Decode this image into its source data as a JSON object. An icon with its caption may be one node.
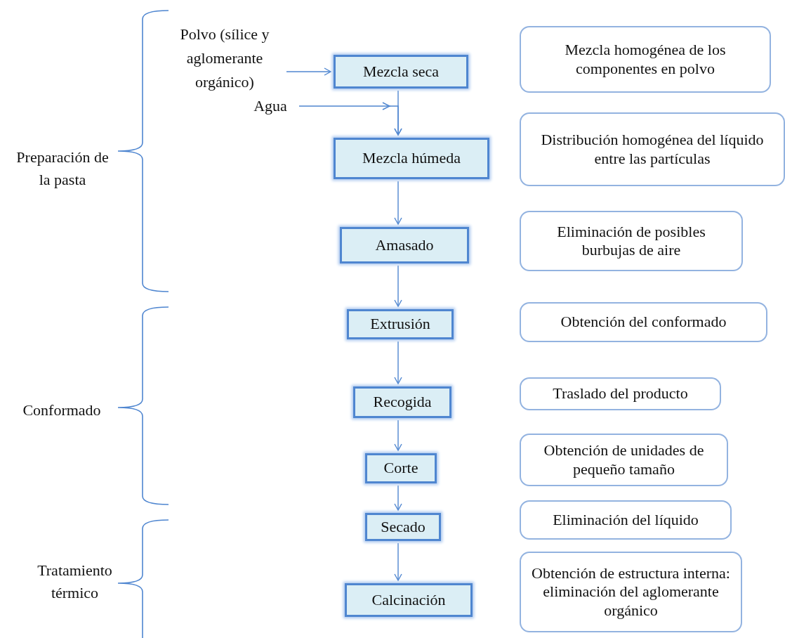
{
  "diagram": {
    "nodes": [
      {
        "text": [
          "Polvo (sílice y aglomerante orgánico)"
        ]
      },
      {
        "text": [
          "Agua"
        ]
      },
      {
        "text": [
          "Mezcla seca"
        ]
      },
      {
        "text": [
          "Mezcla húmeda"
        ]
      },
      {
        "text": [
          "Amasado"
        ]
      },
      {
        "text": [
          "Extrusión"
        ]
      },
      {
        "text": [
          "Recogida"
        ]
      },
      {
        "text": [
          "Corte"
        ]
      },
      {
        "text": [
          "Secado"
        ]
      },
      {
        "text": [
          "Calcinación"
        ]
      },
      {
        "text": [
          "Mezcla homogénea de los componentes en polvo"
        ]
      },
      {
        "text": [
          "Distribución homogénea del líquido entre las partículas"
        ]
      },
      {
        "text": [
          "Eliminación de posibles burbujas de aire"
        ]
      },
      {
        "text": [
          "Obtención del conformado"
        ]
      },
      {
        "text": [
          "Traslado del producto"
        ]
      },
      {
        "text": [
          "Obtención de unidades de pequeño tamaño"
        ]
      },
      {
        "text": [
          "Eliminación del líquido"
        ]
      },
      {
        "text": [
          "Obtención de estructura interna: eliminación del aglomerante orgánico"
        ]
      }
    ],
    "edges": [
      {
        "from": 0,
        "to": 2,
        "arrow": "to"
      },
      {
        "from": 1,
        "to": 3,
        "arrow": "to"
      },
      {
        "from": 2,
        "to": 3,
        "arrow": "to"
      },
      {
        "from": 3,
        "to": 4,
        "arrow": "to"
      },
      {
        "from": 4,
        "to": 5,
        "arrow": "to"
      },
      {
        "from": 5,
        "to": 6,
        "arrow": "to"
      },
      {
        "from": 6,
        "to": 7,
        "arrow": "to"
      },
      {
        "from": 7,
        "to": 8,
        "arrow": "to"
      },
      {
        "from": 8,
        "to": 9,
        "arrow": "to"
      }
    ],
    "labels": [
      "Preparación de la pasta",
      "Conformado",
      "Tratamiento térmico"
    ]
  }
}
